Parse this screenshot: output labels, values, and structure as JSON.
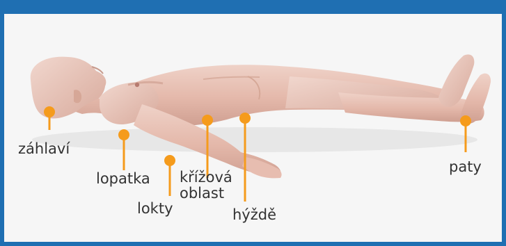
{
  "diagram": {
    "accent_color": "#f59b1c",
    "frame_color": "#1f6fb2",
    "labels": {
      "zahlavi": "záhlaví",
      "lopatka": "lopatka",
      "lokty": "lokty",
      "krizova_line1": "křížová",
      "krizova_line2": "oblast",
      "hyzde": "hýždě",
      "paty": "paty"
    }
  }
}
